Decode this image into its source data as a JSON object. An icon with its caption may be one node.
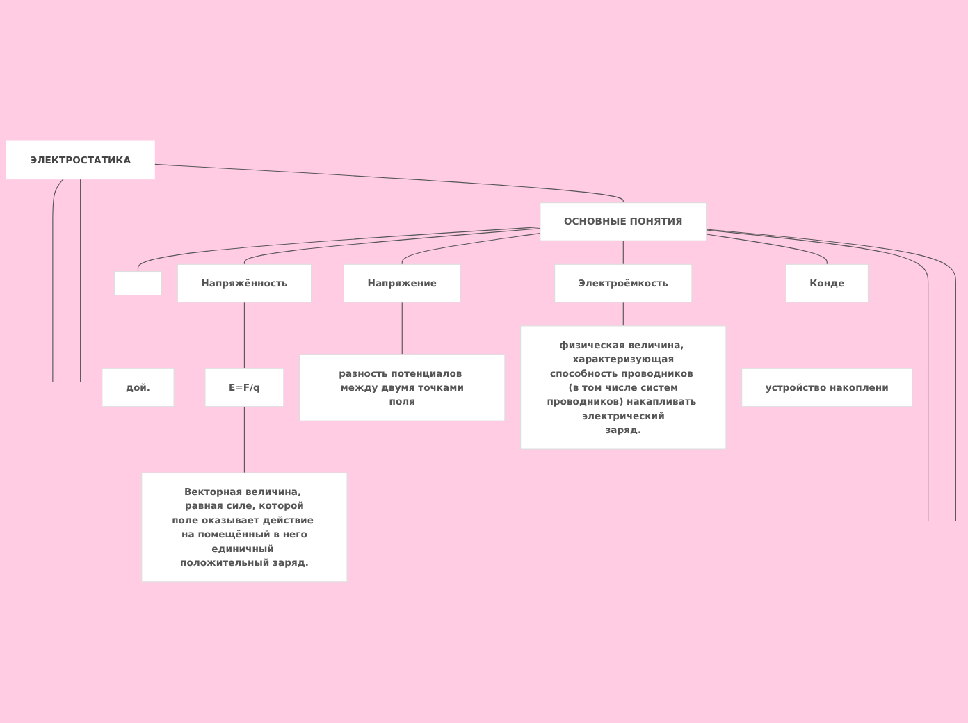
{
  "diagram": {
    "nodes": [
      {
        "text": [
          "ЭЛЕКТРОСТАТИКА"
        ]
      },
      {
        "text": [
          "ОСНОВНЫЕ ПОНЯТИЯ"
        ]
      },
      {
        "text": [],
        "shape": "box"
      },
      {
        "text": [
          "Напряжённость"
        ]
      },
      {
        "text": [
          "Напряжение"
        ]
      },
      {
        "text": [
          "Электроёмкость"
        ]
      },
      {
        "text": [
          "Конде"
        ]
      },
      {
        "text": [
          "дой."
        ]
      },
      {
        "text": [
          "E=F/q"
        ]
      },
      {
        "text": [
          "Векторная величина, равная силе, которой поле оказывает действие на помещённый в него единичный положительный заряд."
        ]
      },
      {
        "text": [
          "разность потенциалов между двумя точками поля"
        ]
      },
      {
        "text": [
          "физическая величина, характеризующая способность проводников (в том числе систем проводников) накапливать электрический заряд."
        ]
      },
      {
        "text": [
          "устройство накоплени"
        ]
      }
    ],
    "edges": [
      {
        "from": 0,
        "to": null,
        "arrow": "none"
      },
      {
        "from": 0,
        "to": null,
        "arrow": "none"
      },
      {
        "from": 0,
        "to": 1,
        "arrow": "none"
      },
      {
        "from": 1,
        "to": 2,
        "arrow": "none"
      },
      {
        "from": 1,
        "to": 3,
        "arrow": "none"
      },
      {
        "from": 1,
        "to": 4,
        "arrow": "none"
      },
      {
        "from": 1,
        "to": 5,
        "arrow": "none"
      },
      {
        "from": 1,
        "to": 6,
        "arrow": "none"
      },
      {
        "from": 1,
        "to": null,
        "arrow": "none"
      },
      {
        "from": 1,
        "to": null,
        "arrow": "none"
      },
      {
        "from": 3,
        "to": 8,
        "arrow": "none"
      },
      {
        "from": 8,
        "to": 9,
        "arrow": "none"
      },
      {
        "from": 4,
        "to": 10,
        "arrow": "none"
      },
      {
        "from": 5,
        "to": 11,
        "arrow": "none"
      }
    ]
  }
}
